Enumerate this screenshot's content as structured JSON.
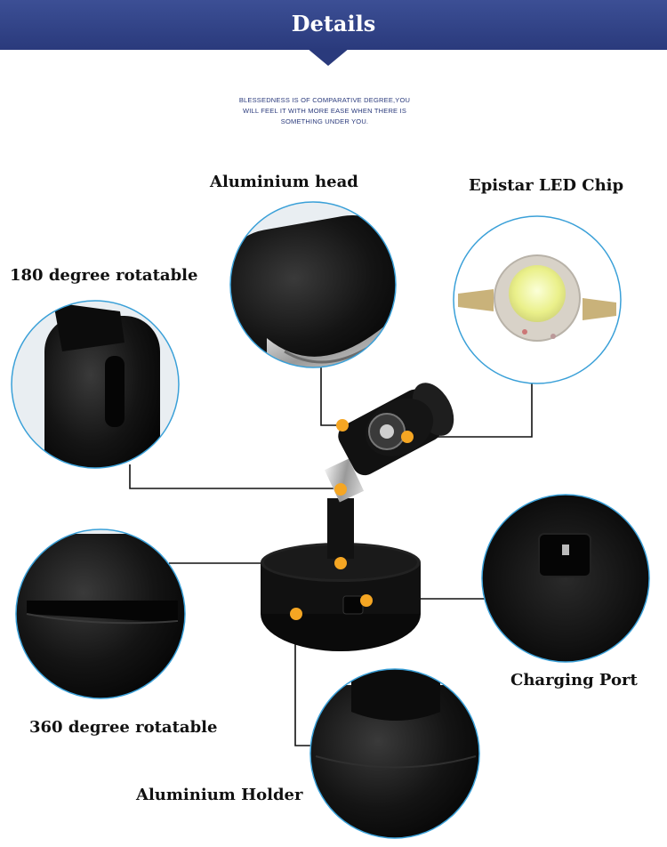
{
  "header": {
    "title": "Details"
  },
  "tagline": [
    "BLESSEDNESS IS OF COMPARATIVE DEGREE,YOU",
    "WILL FEEL IT WITH MORE EASE WHEN THERE IS",
    "SOMETHING UNDER YOU."
  ],
  "labels": {
    "aluminium_head": "Aluminium head",
    "epistar_chip": "Epistar LED Chip",
    "rotatable_180": "180 degree rotatable",
    "rotatable_360": "360 degree rotatable",
    "charging_port": "Charging Port",
    "aluminium_holder": "Aluminium Holder"
  },
  "colors": {
    "banner": "#2a3a7c",
    "circle_border": "#3aa0d8",
    "marker": "#f5a623",
    "product": "#111111"
  }
}
